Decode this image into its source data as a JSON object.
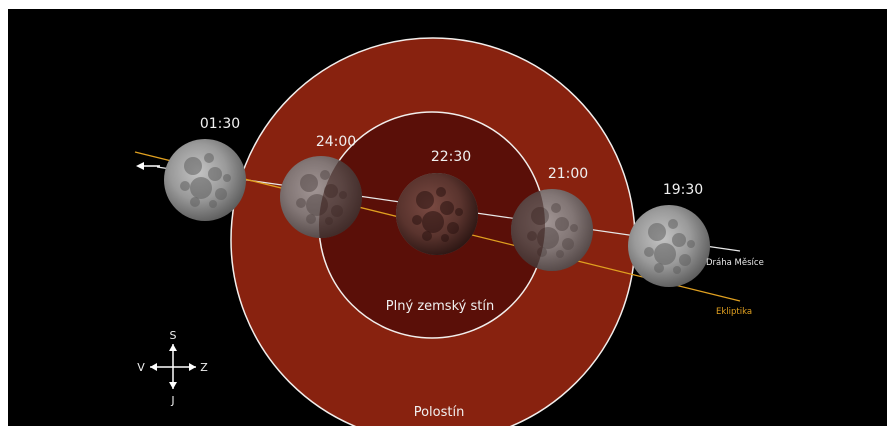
{
  "colors": {
    "background": "#000000",
    "penumbra": "#88220f",
    "umbra": "#5a0f08",
    "circle_outline": "#f2eeec",
    "moon_path": "#e8e8e8",
    "ecliptic": "#e0a020",
    "ecliptic_label": "#e0a020",
    "text": "#f0f0f0"
  },
  "labels": {
    "umbra": "Plný zemský stín",
    "penumbra": "Polostín",
    "moon_path": "Dráha Měsíce",
    "ecliptic": "Ekliptika"
  },
  "moon_phases": [
    {
      "time": "19:30",
      "shadow": "none"
    },
    {
      "time": "21:00",
      "shadow": "partial"
    },
    {
      "time": "22:30",
      "shadow": "total"
    },
    {
      "time": "24:00",
      "shadow": "partial"
    },
    {
      "time": "01:30",
      "shadow": "none"
    }
  ],
  "compass": {
    "north": "S",
    "south": "J",
    "west": "V",
    "east": "Z"
  },
  "icons": {
    "direction_arrow": "left-arrow-icon",
    "compass": "compass-cross-icon"
  }
}
